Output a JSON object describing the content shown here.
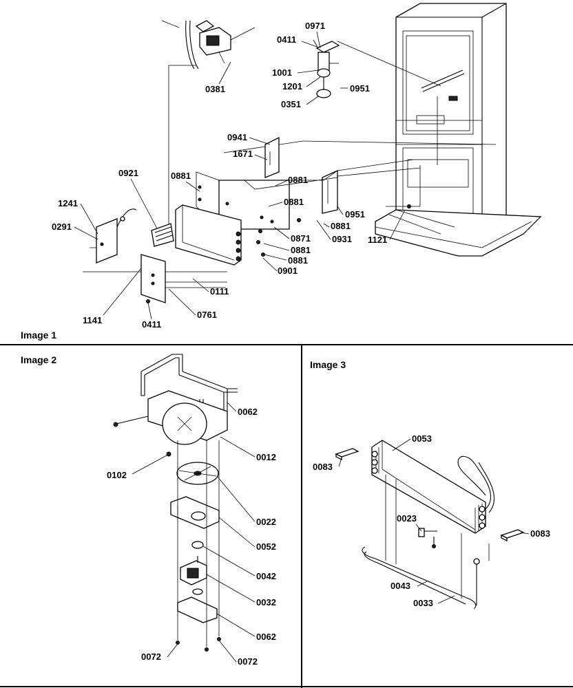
{
  "panels": [
    {
      "title": "Image 1",
      "callouts": [
        "0971",
        "0411",
        "1001",
        "1201",
        "0951",
        "0351",
        "0381",
        "0941",
        "1671",
        "0921",
        "0881",
        "0881",
        "1241",
        "0291",
        "0881",
        "0951",
        "0881",
        "0871",
        "0931",
        "0881",
        "1121",
        "0881",
        "0901",
        "0111",
        "1141",
        "0411",
        "0761"
      ]
    },
    {
      "title": "Image 2",
      "callouts": [
        "0062",
        "0012",
        "0102",
        "0022",
        "0052",
        "0042",
        "0032",
        "0062",
        "0072",
        "0072"
      ]
    },
    {
      "title": "Image 3",
      "callouts": [
        "0053",
        "0083",
        "0023",
        "0083",
        "0043",
        "0033"
      ]
    }
  ]
}
